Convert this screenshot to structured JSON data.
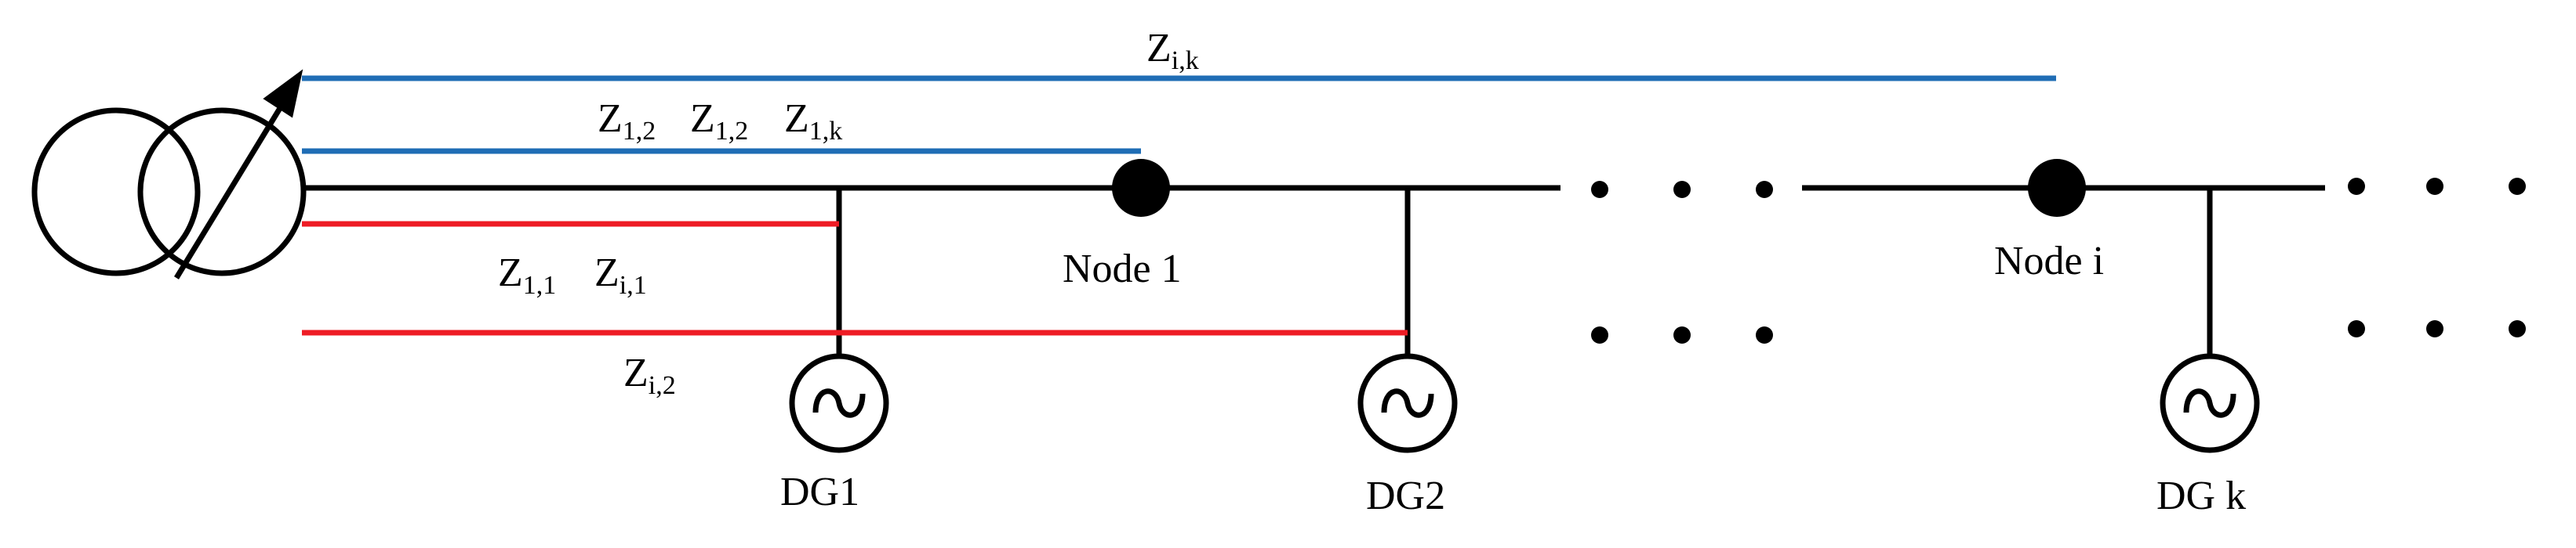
{
  "colors": {
    "blue_line": "#1f6db5",
    "red_line": "#ee1c25",
    "black": "#000000"
  },
  "labels": {
    "z_ik": {
      "base": "Z",
      "sub": "i,k"
    },
    "z_12a": {
      "base": "Z",
      "sub": "1,2"
    },
    "z_12b": {
      "base": "Z",
      "sub": "1,2"
    },
    "z_1k": {
      "base": "Z",
      "sub": "1,k"
    },
    "z_11": {
      "base": "Z",
      "sub": "1,1"
    },
    "z_i1": {
      "base": "Z",
      "sub": "i,1"
    },
    "z_i2": {
      "base": "Z",
      "sub": "i,2"
    },
    "node_1": "Node 1",
    "node_i": "Node i",
    "dg1": "DG1",
    "dg2": "DG2",
    "dgk": "DG k"
  },
  "icons": {
    "transformer": "variable-transformer-icon",
    "generator": "ac-generator-icon"
  }
}
